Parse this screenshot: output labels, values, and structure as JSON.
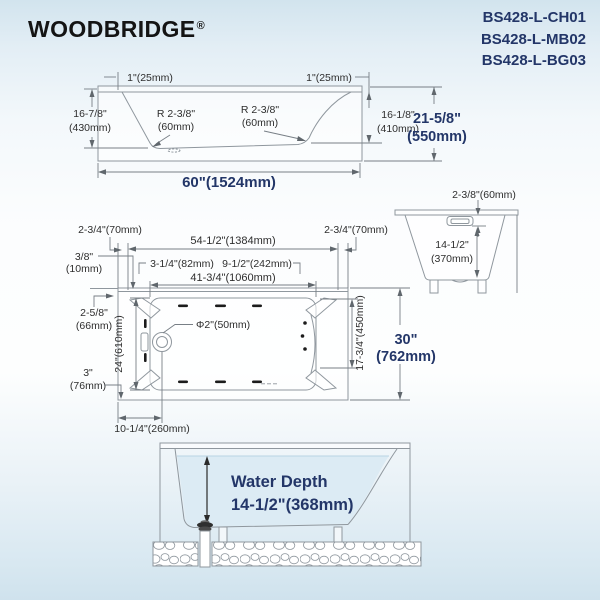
{
  "brand": {
    "name": "WOODBRIDGE",
    "registered": "®"
  },
  "model_numbers": [
    "BS428-L-CH01",
    "BS428-L-MB02",
    "BS428-L-BG03"
  ],
  "colors": {
    "navy": "#233668",
    "line_gray": "#8f979e",
    "dim_text": "#2e2e2e",
    "water_fill": "#dcebf4"
  },
  "side_view": {
    "lip_left": "1\"(25mm)",
    "lip_right": "1\"(25mm)",
    "depth_left": [
      "16-7/8\"",
      "(430mm)"
    ],
    "radius_left": [
      "R 2-3/8\"",
      "(60mm)"
    ],
    "radius_right": [
      "R 2-3/8\"",
      "(60mm)"
    ],
    "depth_right": [
      "16-1/8\"",
      "(410mm)"
    ],
    "overall_height": [
      "21-5/8\"",
      "(550mm)"
    ],
    "overall_length": "60\"(1524mm)"
  },
  "top_view": {
    "overhang_left": "2-3/4\"(70mm)",
    "overhang_right": "2-3/4\"(70mm)",
    "deck_length": "54-1/2\"(1384mm)",
    "rim_edge": [
      "3/8\"",
      "(10mm)"
    ],
    "jet_offset": "3-1/4\"(82mm)",
    "backrest_length": "9-1/2\"(242mm)",
    "basin_length": "41-3/4\"(1060mm)",
    "deck_side": [
      "2-5/8\"",
      "(66mm)"
    ],
    "basin_width": "24\"(610mm)",
    "drain_diameter": "Φ2\"(50mm)",
    "basin_width_right": "17-3/4\"(450mm)",
    "side_edge": [
      "3\"",
      "(76mm)"
    ],
    "drain_offset": "10-1/4\"(260mm)",
    "overall_width": [
      "30\"",
      "(762mm)"
    ]
  },
  "end_view": {
    "overflow_offset": "2-3/8\"(60mm)",
    "interior_depth": [
      "14-1/2\"",
      "(370mm)"
    ]
  },
  "water_view": {
    "line1": "Water Depth",
    "line2": "14-1/2\"(368mm)"
  }
}
